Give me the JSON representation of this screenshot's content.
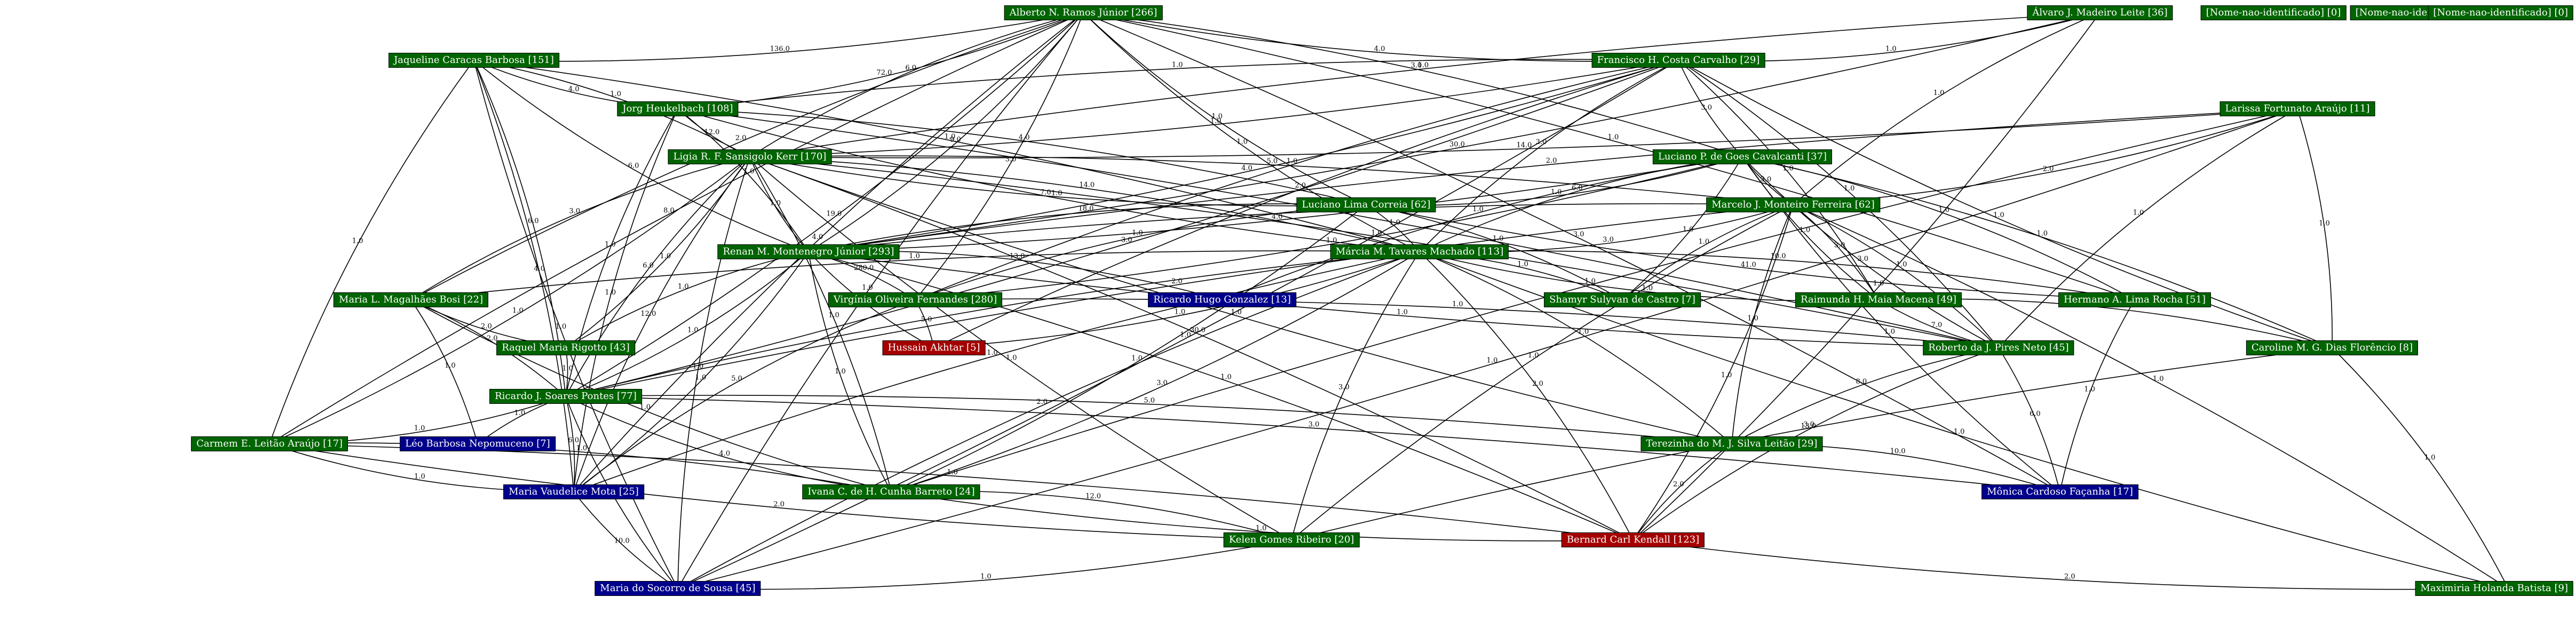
{
  "graph": {
    "colors": {
      "green": "#006400",
      "blue": "#00008b",
      "red": "#a40000",
      "edge": "#000000"
    },
    "nodes": [
      {
        "id": "alberto",
        "label": "Alberto N. Ramos Júnior [266]",
        "color": "green"
      },
      {
        "id": "alvaro",
        "label": "Álvaro J. Madeiro Leite [36]",
        "color": "green"
      },
      {
        "id": "nn1",
        "label": "[Nome-nao-identificado] [0]",
        "color": "green"
      },
      {
        "id": "nn2",
        "label": "[Nome-nao-identificado] [0]",
        "color": "green"
      },
      {
        "id": "nn3",
        "label": "[Nome-nao-identificado] [0]",
        "color": "green"
      },
      {
        "id": "jaqueline",
        "label": "Jaqueline Caracas Barbosa [151]",
        "color": "green"
      },
      {
        "id": "francisco",
        "label": "Francisco H. Costa Carvalho [29]",
        "color": "green"
      },
      {
        "id": "jorg",
        "label": "Jorg Heukelbach [108]",
        "color": "green"
      },
      {
        "id": "larissa",
        "label": "Larissa Fortunato Araújo [11]",
        "color": "green"
      },
      {
        "id": "ligia",
        "label": "Ligia R. F. Sansigolo Kerr [170]",
        "color": "green"
      },
      {
        "id": "luciano_c",
        "label": "Luciano P. de Goes Cavalcanti [37]",
        "color": "green"
      },
      {
        "id": "luciano_l",
        "label": "Luciano Lima Correia [62]",
        "color": "green"
      },
      {
        "id": "marcelo",
        "label": "Marcelo J. Monteiro Ferreira [62]",
        "color": "green"
      },
      {
        "id": "renan",
        "label": "Renan M. Montenegro Júnior [293]",
        "color": "green"
      },
      {
        "id": "marcia",
        "label": "Márcia M. Tavares Machado [113]",
        "color": "green"
      },
      {
        "id": "ricardo_g",
        "label": "Ricardo Hugo Gonzalez [13]",
        "color": "blue"
      },
      {
        "id": "maria_m",
        "label": "Maria L. Magalhães Bosi [22]",
        "color": "green"
      },
      {
        "id": "virginia",
        "label": "Virgínia Oliveira Fernandes [280]",
        "color": "green"
      },
      {
        "id": "shamyr",
        "label": "Shamyr Sulyvan de Castro [7]",
        "color": "green"
      },
      {
        "id": "raimunda",
        "label": "Raimunda H. Maia Macena [49]",
        "color": "green"
      },
      {
        "id": "hermano",
        "label": "Hermano A. Lima Rocha [51]",
        "color": "green"
      },
      {
        "id": "raquel",
        "label": "Raquel Maria Rigotto [43]",
        "color": "green"
      },
      {
        "id": "hussain",
        "label": "Hussain Akhtar [5]",
        "color": "red"
      },
      {
        "id": "roberto",
        "label": "Roberto da J. Pires Neto [45]",
        "color": "green"
      },
      {
        "id": "caroline",
        "label": "Caroline M. G. Dias Florêncio [8]",
        "color": "green"
      },
      {
        "id": "ricardo_s",
        "label": "Ricardo J. Soares Pontes [77]",
        "color": "green"
      },
      {
        "id": "leo",
        "label": "Léo Barbosa Nepomuceno [7]",
        "color": "blue"
      },
      {
        "id": "carmem",
        "label": "Carmem E. Leitão Araújo [17]",
        "color": "green"
      },
      {
        "id": "terezinha",
        "label": "Terezinha do M. J. Silva Leitão [29]",
        "color": "green"
      },
      {
        "id": "maria_v",
        "label": "Maria Vaudelice Mota [25]",
        "color": "blue"
      },
      {
        "id": "ivana",
        "label": "Ivana C. de H. Cunha Barreto [24]",
        "color": "green"
      },
      {
        "id": "monica",
        "label": "Mônica Cardoso Façanha [17]",
        "color": "blue"
      },
      {
        "id": "kelen",
        "label": "Kelen Gomes Ribeiro [20]",
        "color": "green"
      },
      {
        "id": "bernard",
        "label": "Bernard Carl Kendall [123]",
        "color": "red"
      },
      {
        "id": "maria_s",
        "label": "Maria do Socorro de Sousa [45]",
        "color": "blue"
      },
      {
        "id": "maximiria",
        "label": "Maximiria Holanda Batista [9]",
        "color": "green"
      }
    ],
    "edges": [
      {
        "s": "alberto",
        "t": "jaqueline",
        "label": "136.0"
      },
      {
        "s": "alberto",
        "t": "francisco",
        "label": "4.0"
      },
      {
        "s": "alberto",
        "t": "jorg",
        "label": "72.0"
      },
      {
        "s": "alberto",
        "t": "ligia",
        "label": "6.0"
      },
      {
        "s": "alberto",
        "t": "renan",
        "label": "9.0"
      },
      {
        "s": "alberto",
        "t": "marcia",
        "label": "1.0"
      },
      {
        "s": "alberto",
        "t": "luciano_c",
        "label": "3.0"
      },
      {
        "s": "alberto",
        "t": "carmem",
        "label": "8.0"
      },
      {
        "s": "alberto",
        "t": "ricardo_s",
        "label": "19.0"
      },
      {
        "s": "alberto",
        "t": "maria_v",
        "label": "4.0"
      },
      {
        "s": "alberto",
        "t": "hermano",
        "label": "1.0"
      },
      {
        "s": "alberto",
        "t": "maria_m",
        "label": "2.0"
      },
      {
        "s": "alberto",
        "t": "virginia",
        "label": "3.0"
      },
      {
        "s": "alberto",
        "t": "luciano_l",
        "label": "1.0"
      },
      {
        "s": "alberto",
        "t": "monica",
        "label": "3.0"
      },
      {
        "s": "alberto",
        "t": "maria_s",
        "label": "1.0"
      },
      {
        "s": "alvaro",
        "t": "francisco",
        "label": "1.0"
      },
      {
        "s": "alvaro",
        "t": "ligia",
        "label": "1.0"
      },
      {
        "s": "alvaro",
        "t": "renan",
        "label": "30.0"
      },
      {
        "s": "alvaro",
        "t": "marcelo",
        "label": "1.0"
      },
      {
        "s": "alvaro",
        "t": "bernard",
        "label": "1.0"
      },
      {
        "s": "jaqueline",
        "t": "jorg",
        "label": "4.0"
      },
      {
        "s": "jaqueline",
        "t": "ligia",
        "label": "1.0"
      },
      {
        "s": "jaqueline",
        "t": "renan",
        "label": "6.0"
      },
      {
        "s": "jaqueline",
        "t": "ricardo_s",
        "label": "6.0"
      },
      {
        "s": "jaqueline",
        "t": "carmem",
        "label": "1.0"
      },
      {
        "s": "jaqueline",
        "t": "maria_v",
        "label": "4.0"
      },
      {
        "s": "jaqueline",
        "t": "maria_s",
        "label": "1.0"
      },
      {
        "s": "jaqueline",
        "t": "marcia",
        "label": "1.0"
      },
      {
        "s": "francisco",
        "t": "jorg",
        "label": "1.0"
      },
      {
        "s": "francisco",
        "t": "ligia",
        "label": "1.0"
      },
      {
        "s": "francisco",
        "t": "luciano_c",
        "label": "3.0"
      },
      {
        "s": "francisco",
        "t": "renan",
        "label": "4.0"
      },
      {
        "s": "francisco",
        "t": "marcia",
        "label": "3.0"
      },
      {
        "s": "francisco",
        "t": "roberto",
        "label": "1.0"
      },
      {
        "s": "francisco",
        "t": "caroline",
        "label": "1.0"
      },
      {
        "s": "francisco",
        "t": "ricardo_s",
        "label": "3.0"
      },
      {
        "s": "francisco",
        "t": "virginia",
        "label": "1.0"
      },
      {
        "s": "francisco",
        "t": "raimunda",
        "label": "1.0"
      },
      {
        "s": "francisco",
        "t": "hussain",
        "label": "2.0"
      },
      {
        "s": "francisco",
        "t": "maria_s",
        "label": "1.0"
      },
      {
        "s": "jorg",
        "t": "ligia",
        "label": "12.0"
      },
      {
        "s": "jorg",
        "t": "renan",
        "label": "1.0"
      },
      {
        "s": "jorg",
        "t": "marcia",
        "label": "7.0"
      },
      {
        "s": "jorg",
        "t": "luciano_l",
        "label": "4.0"
      },
      {
        "s": "jorg",
        "t": "ricardo_s",
        "label": "1.0"
      },
      {
        "s": "jorg",
        "t": "roberto",
        "label": "2.0"
      },
      {
        "s": "jorg",
        "t": "maria_v",
        "label": "1.0"
      },
      {
        "s": "larissa",
        "t": "ligia",
        "label": "14.0"
      },
      {
        "s": "larissa",
        "t": "renan",
        "label": "2.0"
      },
      {
        "s": "larissa",
        "t": "marcelo",
        "label": "2.0"
      },
      {
        "s": "larissa",
        "t": "roberto",
        "label": "1.0"
      },
      {
        "s": "larissa",
        "t": "caroline",
        "label": "1.0"
      },
      {
        "s": "larissa",
        "t": "ivana",
        "label": "1.0"
      },
      {
        "s": "larissa",
        "t": "maria_s",
        "label": "1.0"
      },
      {
        "s": "ligia",
        "t": "luciano_l",
        "label": "1.0"
      },
      {
        "s": "ligia",
        "t": "marcelo",
        "label": "5.0"
      },
      {
        "s": "ligia",
        "t": "renan",
        "label": "1.0"
      },
      {
        "s": "ligia",
        "t": "marcia",
        "label": "14.0"
      },
      {
        "s": "ligia",
        "t": "maria_m",
        "label": "3.0"
      },
      {
        "s": "ligia",
        "t": "raquel",
        "label": "1.0"
      },
      {
        "s": "ligia",
        "t": "ricardo_s",
        "label": "6.0"
      },
      {
        "s": "ligia",
        "t": "carmem",
        "label": "1.0"
      },
      {
        "s": "ligia",
        "t": "maria_v",
        "label": "12.0"
      },
      {
        "s": "ligia",
        "t": "ivana",
        "label": "1.0"
      },
      {
        "s": "ligia",
        "t": "kelen",
        "label": "1.0"
      },
      {
        "s": "ligia",
        "t": "bernard",
        "label": "30.0"
      },
      {
        "s": "ligia",
        "t": "maria_s",
        "label": "1.0"
      },
      {
        "s": "ligia",
        "t": "roberto",
        "label": "1.0"
      },
      {
        "s": "ligia",
        "t": "terezinha",
        "label": "1.0"
      },
      {
        "s": "luciano_c",
        "t": "luciano_l",
        "label": "1.0"
      },
      {
        "s": "luciano_c",
        "t": "marcelo",
        "label": "3.0"
      },
      {
        "s": "luciano_c",
        "t": "renan",
        "label": "4.0"
      },
      {
        "s": "luciano_c",
        "t": "marcia",
        "label": "6.0"
      },
      {
        "s": "luciano_c",
        "t": "shamyr",
        "label": "1.0"
      },
      {
        "s": "luciano_c",
        "t": "raimunda",
        "label": "1.0"
      },
      {
        "s": "luciano_c",
        "t": "hermano",
        "label": "1.0"
      },
      {
        "s": "luciano_c",
        "t": "roberto",
        "label": "3.0"
      },
      {
        "s": "luciano_c",
        "t": "caroline",
        "label": "1.0"
      },
      {
        "s": "luciano_c",
        "t": "monica",
        "label": "1.0"
      },
      {
        "s": "luciano_c",
        "t": "virginia",
        "label": "1.0"
      },
      {
        "s": "luciano_c",
        "t": "ricardo_g",
        "label": "1.0"
      },
      {
        "s": "luciano_l",
        "t": "marcia",
        "label": "1.0"
      },
      {
        "s": "luciano_l",
        "t": "renan",
        "label": "18.0"
      },
      {
        "s": "luciano_l",
        "t": "shamyr",
        "label": "1.0"
      },
      {
        "s": "luciano_l",
        "t": "hermano",
        "label": "41.0"
      },
      {
        "s": "luciano_l",
        "t": "ivana",
        "label": "1.0"
      },
      {
        "s": "luciano_l",
        "t": "virginia",
        "label": "1.0"
      },
      {
        "s": "marcelo",
        "t": "marcia",
        "label": "3.0"
      },
      {
        "s": "marcelo",
        "t": "shamyr",
        "label": "1.0"
      },
      {
        "s": "marcelo",
        "t": "raimunda",
        "label": "3.0"
      },
      {
        "s": "marcelo",
        "t": "renan",
        "label": "1.0"
      },
      {
        "s": "marcelo",
        "t": "roberto",
        "label": "1.0"
      },
      {
        "s": "marcelo",
        "t": "terezinha",
        "label": "1.0"
      },
      {
        "s": "marcelo",
        "t": "bernard",
        "label": "1.0"
      },
      {
        "s": "marcelo",
        "t": "kelen",
        "label": "1.0"
      },
      {
        "s": "marcelo",
        "t": "maximiria",
        "label": "1.0"
      },
      {
        "s": "marcelo",
        "t": "ricardo_s",
        "label": "2.0"
      },
      {
        "s": "renan",
        "t": "virginia",
        "label": "280.0"
      },
      {
        "s": "renan",
        "t": "hussain",
        "label": "5.0"
      },
      {
        "s": "renan",
        "t": "ricardo_s",
        "label": "1.0"
      },
      {
        "s": "renan",
        "t": "roberto",
        "label": "1.0"
      },
      {
        "s": "renan",
        "t": "maria_v",
        "label": "1.0"
      },
      {
        "s": "renan",
        "t": "ivana",
        "label": "1.0"
      },
      {
        "s": "renan",
        "t": "bernard",
        "label": "1.0"
      },
      {
        "s": "renan",
        "t": "raquel",
        "label": "1.0"
      },
      {
        "s": "renan",
        "t": "ricardo_g",
        "label": "13.0"
      },
      {
        "s": "marcia",
        "t": "maria_m",
        "label": "1.0"
      },
      {
        "s": "marcia",
        "t": "shamyr",
        "label": "1.0"
      },
      {
        "s": "marcia",
        "t": "raimunda",
        "label": "1.0"
      },
      {
        "s": "marcia",
        "t": "hermano",
        "label": "10.0"
      },
      {
        "s": "marcia",
        "t": "ricardo_s",
        "label": "2.0"
      },
      {
        "s": "marcia",
        "t": "ivana",
        "label": "3.0"
      },
      {
        "s": "marcia",
        "t": "kelen",
        "label": "3.0"
      },
      {
        "s": "marcia",
        "t": "bernard",
        "label": "2.0"
      },
      {
        "s": "marcia",
        "t": "maria_s",
        "label": "2.0"
      },
      {
        "s": "marcia",
        "t": "terezinha",
        "label": "1.0"
      },
      {
        "s": "marcia",
        "t": "maximiria",
        "label": "1.0"
      },
      {
        "s": "marcia",
        "t": "hussain",
        "label": "1.0"
      },
      {
        "s": "marcia",
        "t": "maria_v",
        "label": "1.0"
      },
      {
        "s": "maria_m",
        "t": "ricardo_s",
        "label": "2.0"
      },
      {
        "s": "maria_m",
        "t": "raquel",
        "label": "2.0"
      },
      {
        "s": "maria_m",
        "t": "leo",
        "label": "1.0"
      },
      {
        "s": "maria_m",
        "t": "ivana",
        "label": "1.0"
      },
      {
        "s": "virginia",
        "t": "hussain",
        "label": "5.0"
      },
      {
        "s": "virginia",
        "t": "maria_v",
        "label": "5.0"
      },
      {
        "s": "virginia",
        "t": "roberto",
        "label": "1.0"
      },
      {
        "s": "raimunda",
        "t": "roberto",
        "label": "7.0"
      },
      {
        "s": "raimunda",
        "t": "caroline",
        "label": "1.0"
      },
      {
        "s": "hermano",
        "t": "monica",
        "label": "1.0"
      },
      {
        "s": "raquel",
        "t": "ricardo_s",
        "label": "1.0"
      },
      {
        "s": "roberto",
        "t": "terezinha",
        "label": "8.0"
      },
      {
        "s": "roberto",
        "t": "monica",
        "label": "6.0"
      },
      {
        "s": "roberto",
        "t": "bernard",
        "label": "13.0"
      },
      {
        "s": "caroline",
        "t": "maximiria",
        "label": "1.0"
      },
      {
        "s": "caroline",
        "t": "kelen",
        "label": "3.0"
      },
      {
        "s": "ricardo_s",
        "t": "carmem",
        "label": "1.0"
      },
      {
        "s": "ricardo_s",
        "t": "leo",
        "label": "1.0"
      },
      {
        "s": "ricardo_s",
        "t": "maria_v",
        "label": "6.0"
      },
      {
        "s": "ricardo_s",
        "t": "ivana",
        "label": "4.0"
      },
      {
        "s": "ricardo_s",
        "t": "terezinha",
        "label": "5.0"
      },
      {
        "s": "ricardo_s",
        "t": "maria_s",
        "label": "6.0"
      },
      {
        "s": "ricardo_s",
        "t": "monica",
        "label": "3.0"
      },
      {
        "s": "carmem",
        "t": "maria_v",
        "label": "1.0"
      },
      {
        "s": "carmem",
        "t": "ivana",
        "label": "1.0"
      },
      {
        "s": "carmem",
        "t": "kelen",
        "label": "2.0"
      },
      {
        "s": "carmem",
        "t": "bernard",
        "label": "1.0"
      },
      {
        "s": "terezinha",
        "t": "bernard",
        "label": "2.0"
      },
      {
        "s": "terezinha",
        "t": "monica",
        "label": "10.0"
      },
      {
        "s": "maria_v",
        "t": "maria_s",
        "label": "10.0"
      },
      {
        "s": "ivana",
        "t": "kelen",
        "label": "12.0"
      },
      {
        "s": "ivana",
        "t": "bernard",
        "label": "1.0"
      },
      {
        "s": "kelen",
        "t": "maria_s",
        "label": "1.0"
      },
      {
        "s": "bernard",
        "t": "maximiria",
        "label": "2.0"
      }
    ]
  }
}
